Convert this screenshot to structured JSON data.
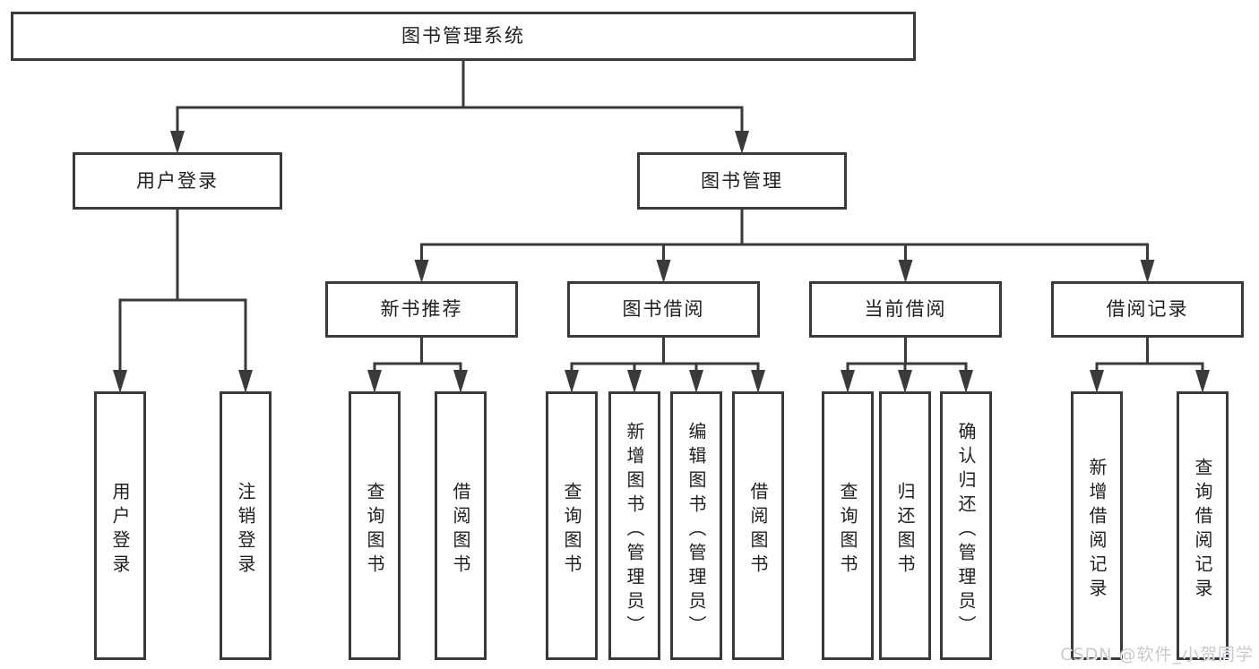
{
  "diagram": {
    "title": "图书管理系统",
    "root": {
      "id": "root",
      "label": "图书管理系统",
      "children": [
        {
          "id": "user-login",
          "label": "用户登录",
          "children": [
            {
              "id": "leaf-user-login",
              "label": "用户登录"
            },
            {
              "id": "leaf-logout",
              "label": "注销登录"
            }
          ]
        },
        {
          "id": "book-mgmt",
          "label": "图书管理",
          "children": [
            {
              "id": "new-book-rec",
              "label": "新书推荐",
              "children": [
                {
                  "id": "leaf-query-book-1",
                  "label": "查询图书"
                },
                {
                  "id": "leaf-borrow-book-1",
                  "label": "借阅图书"
                }
              ]
            },
            {
              "id": "book-borrow",
              "label": "图书借阅",
              "children": [
                {
                  "id": "leaf-query-book-2",
                  "label": "查询图书"
                },
                {
                  "id": "leaf-add-book",
                  "label": "新增图书（管理员）"
                },
                {
                  "id": "leaf-edit-book",
                  "label": "编辑图书（管理员）"
                },
                {
                  "id": "leaf-borrow-book-2",
                  "label": "借阅图书"
                }
              ]
            },
            {
              "id": "current-borrow",
              "label": "当前借阅",
              "children": [
                {
                  "id": "leaf-query-book-3",
                  "label": "查询图书"
                },
                {
                  "id": "leaf-return-book",
                  "label": "归还图书"
                },
                {
                  "id": "leaf-confirm-return",
                  "label": "确认归还（管理员）"
                }
              ]
            },
            {
              "id": "borrow-record",
              "label": "借阅记录",
              "children": [
                {
                  "id": "leaf-add-borrow-record",
                  "label": "新增借阅记录"
                },
                {
                  "id": "leaf-query-borrow-record",
                  "label": "查询借阅记录"
                }
              ]
            }
          ]
        }
      ]
    }
  },
  "watermark": {
    "text": "CSDN @软件_小贺同学"
  },
  "colors": {
    "line": "#3a3a3a",
    "text": "#1f1f1f",
    "background": "#ffffff",
    "watermark": "#c7cbd1"
  }
}
